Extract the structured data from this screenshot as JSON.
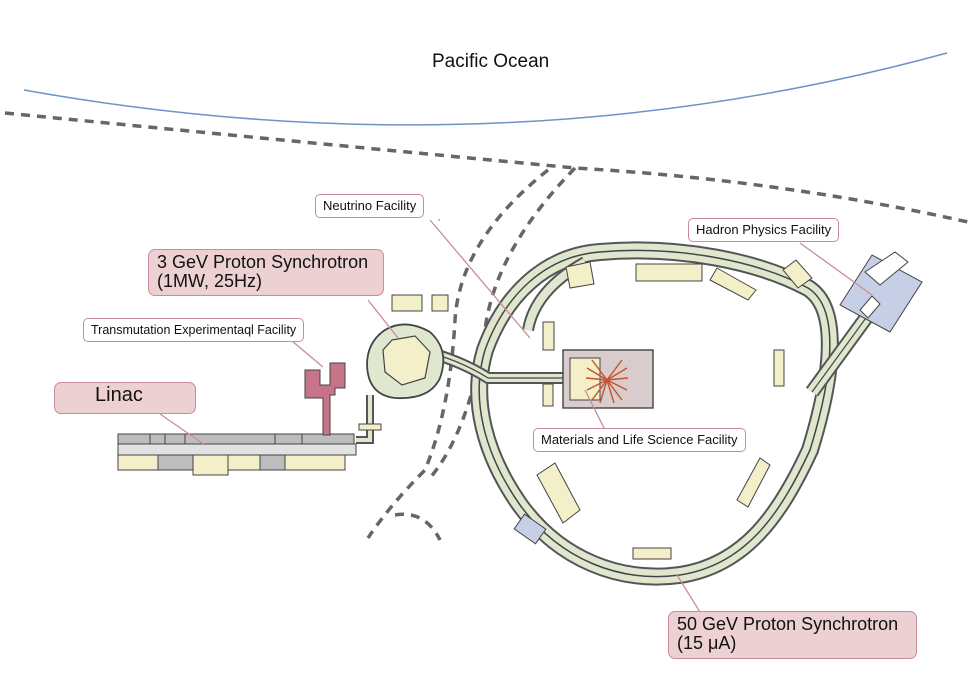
{
  "title": "Pacific Ocean",
  "labels": {
    "neutrino": "Neutrino Facility",
    "hadron": "Hadron Physics Facility",
    "rcs_line1": "3 GeV Proton Synchrotron",
    "rcs_line2": "(1MW, 25Hz)",
    "transmutation": "Transmutation Experimentaql Facility",
    "linac": "Linac",
    "mlf": "Materials and Life Science Facility",
    "mr_line1": "50 GeV Proton Synchrotron",
    "mr_line2": "(15 μA)"
  },
  "colors": {
    "ring_fill": "#dfe8cf",
    "building": "#f3efc9",
    "pink_callout": "#ecd0d2",
    "callout_border": "#c98c9a",
    "coast": "#6f93c8",
    "boundary": "#666666",
    "transmutation_building": "#c7738a",
    "hadron_building": "#c7cfe6",
    "mlf_building": "#d8cccc",
    "mlf_fan": "#c8532c"
  }
}
